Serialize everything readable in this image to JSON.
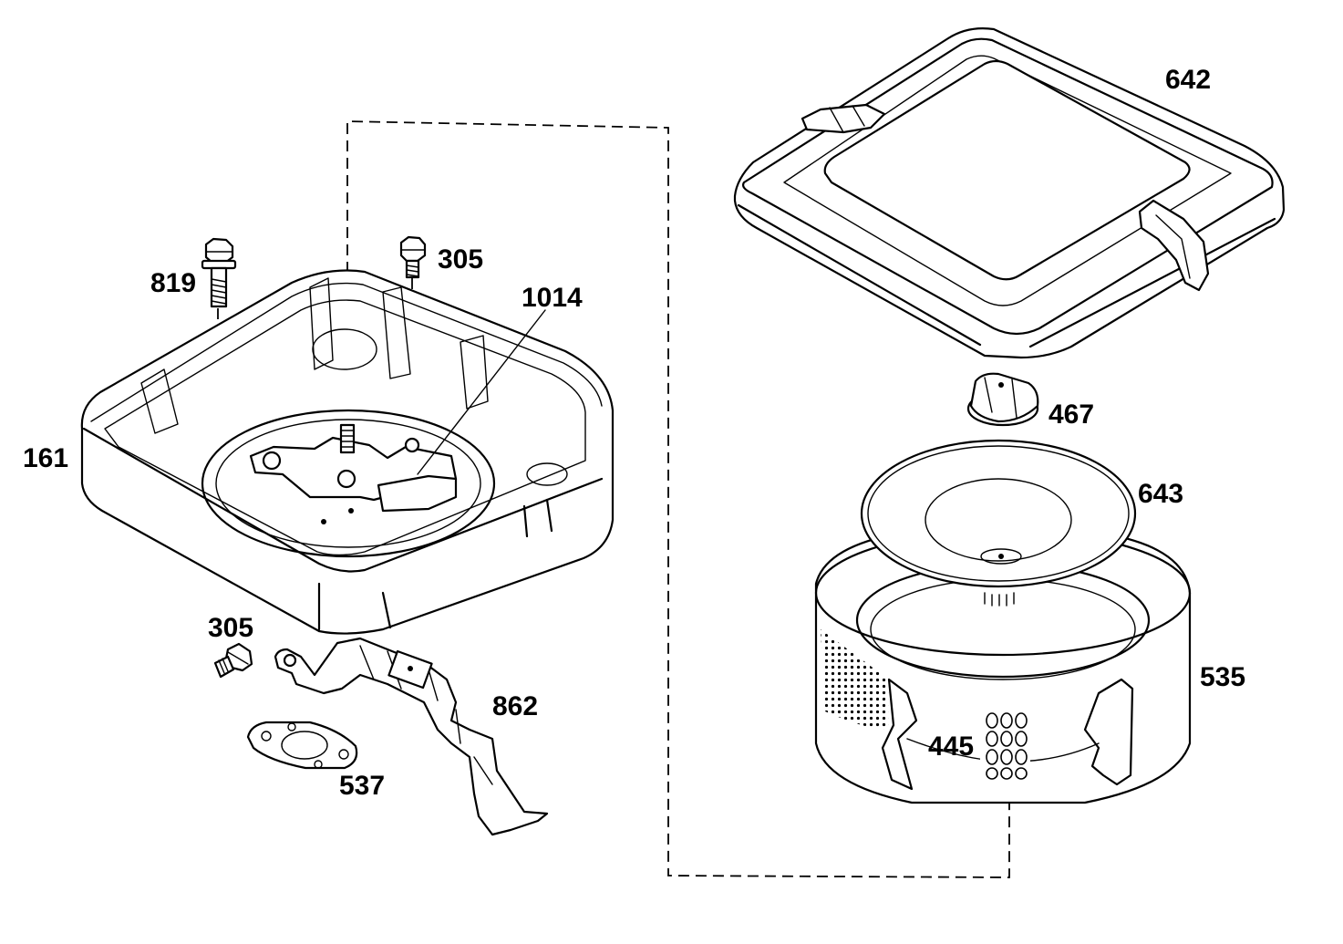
{
  "diagram": {
    "labels": {
      "p642": "642",
      "p305_top": "305",
      "p1014": "1014",
      "p819": "819",
      "p161": "161",
      "p467": "467",
      "p643": "643",
      "p305_bottom": "305",
      "p862": "862",
      "p535": "535",
      "p445": "445",
      "p537": "537"
    },
    "colors": {
      "line": "#000000",
      "background": "#ffffff"
    }
  }
}
